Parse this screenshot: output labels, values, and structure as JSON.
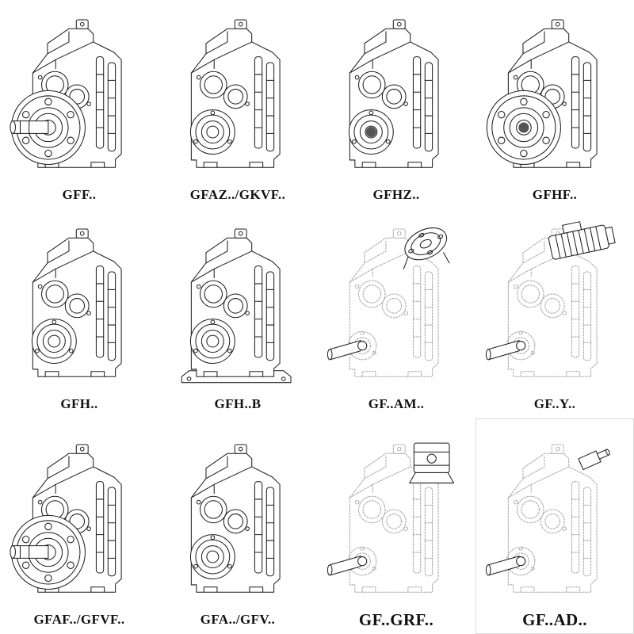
{
  "colors": {
    "bg": "#ffffff",
    "line": "#1c1c1c",
    "ghost": "#a6a6a6",
    "label": "#111111"
  },
  "cells": [
    {
      "label": "GFF..",
      "icon": "gearbox-flange-solid-shaft-drawing"
    },
    {
      "label": "GFAZ../GKVF..",
      "icon": "gearbox-hollow-shaft-drawing"
    },
    {
      "label": "GFHZ..",
      "icon": "gearbox-hollow-shaft-shrink-disc-drawing"
    },
    {
      "label": "GFHF..",
      "icon": "gearbox-hollow-shaft-flange-drawing"
    },
    {
      "label": "GFH..",
      "icon": "gearbox-hollow-shaft-housing-drawing"
    },
    {
      "label": "GFH..B",
      "icon": "gearbox-hollow-shaft-foot-mounted-drawing"
    },
    {
      "label": "GF..AM..",
      "icon": "gearbox-iec-adapter-flange-drawing"
    },
    {
      "label": "GF..Y..",
      "icon": "gearbox-with-motor-drawing"
    },
    {
      "label": "GFAF../GFVF..",
      "icon": "gearbox-output-flange-shaft-drawing"
    },
    {
      "label": "GFA../GFV..",
      "icon": "gearbox-shaft-mounted-drawing"
    },
    {
      "label": "GF..GRF..",
      "icon": "gearbox-grf-adapter-box-drawing"
    },
    {
      "label": "GF..AD..",
      "icon": "gearbox-input-shaft-adapter-drawing"
    }
  ]
}
